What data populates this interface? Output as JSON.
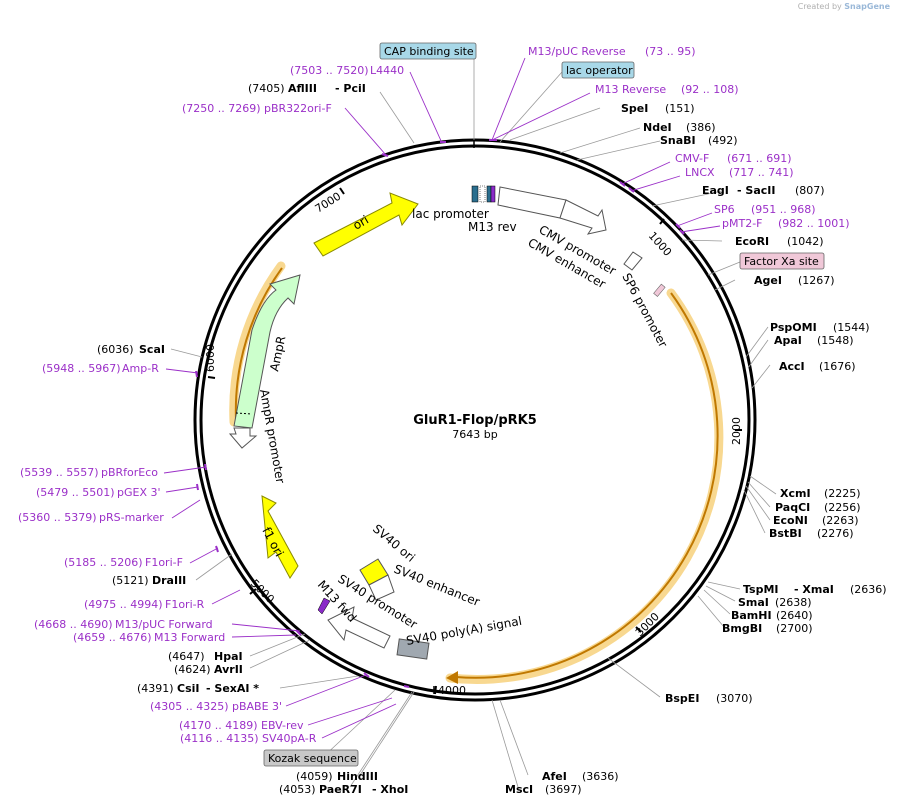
{
  "credit": {
    "prefix": "Created by",
    "brand": "SnapGene"
  },
  "title": "GluR1-Flop/pRK5",
  "length": "7643 bp",
  "ticks": [
    "1000",
    "2000",
    "3000",
    "4000",
    "5000",
    "6000",
    "7000"
  ],
  "enzymes": {
    "SpeI": "SpeI",
    "SpeI_pos": "(151)",
    "NdeI": "NdeI",
    "NdeI_pos": "(386)",
    "SnaBI": "SnaBI",
    "SnaBI_pos": "(492)",
    "EagI": "EagI",
    "SacII": "- SacII",
    "EagI_pos": "(807)",
    "EcoRI": "EcoRI",
    "EcoRI_pos": "(1042)",
    "AgeI": "AgeI",
    "AgeI_pos": "(1267)",
    "PspOMI": "PspOMI",
    "PspOMI_pos": "(1544)",
    "ApaI": "ApaI",
    "ApaI_pos": "(1548)",
    "AccI": "AccI",
    "AccI_pos": "(1676)",
    "XcmI": "XcmI",
    "XcmI_pos": "(2225)",
    "PaqCI": "PaqCI",
    "PaqCI_pos": "(2256)",
    "EcoNI": "EcoNI",
    "EcoNI_pos": "(2263)",
    "BstBI": "BstBI",
    "BstBI_pos": "(2276)",
    "TspMI": "TspMI",
    "XmaI": "- XmaI",
    "TspMI_pos": "(2636)",
    "SmaI": "SmaI",
    "SmaI_pos": "(2638)",
    "BamHI": "BamHI",
    "BamHI_pos": "(2640)",
    "BmgBI": "BmgBI",
    "BmgBI_pos": "(2700)",
    "BspEI": "BspEI",
    "BspEI_pos": "(3070)",
    "AfeI": "AfeI",
    "AfeI_pos": "(3636)",
    "MscI": "MscI",
    "MscI_pos": "(3697)",
    "HindIII_pos": "(4059)",
    "HindIII": "HindIII",
    "PaeR7I_pos": "(4053)",
    "PaeR7I": "PaeR7I",
    "XhoI": "- XhoI",
    "CsiI_pos": "(4391)",
    "CsiI": "CsiI",
    "SexAI": "- SexAI *",
    "AvrII_pos": "(4624)",
    "AvrII": "AvrII",
    "HpaI_pos": "(4647)",
    "HpaI": "HpaI",
    "DraIII_pos": "(5121)",
    "DraIII": "DraIII",
    "ScaI_pos": "(6036)",
    "ScaI": "ScaI",
    "AflIII_pos": "(7405)",
    "AflIII": "AflIII",
    "PciI": "- PciI"
  },
  "primers": {
    "M13pUCRev": "M13/pUC Reverse",
    "M13pUCRev_pos": "(73 .. 95)",
    "M13Rev": "M13 Reverse",
    "M13Rev_pos": "(92 .. 108)",
    "CMVF": "CMV-F",
    "CMVF_pos": "(671 .. 691)",
    "LNCX": "LNCX",
    "LNCX_pos": "(717 .. 741)",
    "SP6": "SP6",
    "SP6_pos": "(951 .. 968)",
    "pMT2F": "pMT2-F",
    "pMT2F_pos": "(982 .. 1001)",
    "L4440_pos": "(7503 .. 7520)",
    "L4440": "L4440",
    "pBR322_pos": "(7250 .. 7269)",
    "pBR322": "pBR322ori-F",
    "AmpR_pos": "(5948 .. 5967)",
    "AmpR": "Amp-R",
    "pBRforEco_pos": "(5539 .. 5557)",
    "pBRforEco": "pBRforEco",
    "pGEX3_pos": "(5479 .. 5501)",
    "pGEX3": "pGEX 3'",
    "pRSmarker_pos": "(5360 .. 5379)",
    "pRSmarker": "pRS-marker",
    "F1oriF_pos": "(5185 .. 5206)",
    "F1oriF": "F1ori-F",
    "F1oriR_pos": "(4975 .. 4994)",
    "F1oriR": "F1ori-R",
    "M13pUCFwd_pos": "(4668 .. 4690)",
    "M13pUCFwd": "M13/pUC Forward",
    "M13Fwd_pos": "(4659 .. 4676)",
    "M13Fwd": "M13 Forward",
    "pBABE3_pos": "(4305 .. 4325)",
    "pBABE3": "pBABE 3'",
    "EBVrev_pos": "(4170 .. 4189)",
    "EBVrev": "EBV-rev",
    "SV40pAR_pos": "(4116 .. 4135)",
    "SV40pAR": "SV40pA-R"
  },
  "boxes": {
    "cap": "CAP binding site",
    "lacop": "lac operator",
    "factorxa": "Factor Xa site",
    "kozak": "Kozak sequence"
  },
  "features": {
    "lacpromoter": "lac promoter",
    "m13rev": "M13 rev",
    "cmvpromoter": "CMV promoter",
    "cmvenhancer": "CMV enhancer",
    "sp6promoter": "SP6 promoter",
    "ori": "ori",
    "ampr": "AmpR",
    "amprpromoter": "AmpR promoter",
    "f1ori": "f1 ori",
    "sv40ori": "SV40 ori",
    "sv40enhancer": "SV40 enhancer",
    "sv40promoter": "SV40 promoter",
    "m13fwd": "M13 fwd",
    "sv40polya": "SV40 poly(A) signal"
  },
  "colors": {
    "enzyme_text": "#000000",
    "primer_text": "#9b30c8",
    "cap_box": "#a8d8e8",
    "factorxa_box": "#f0c8d8",
    "kozak_box": "#c8c8c8",
    "ori_fill": "#ffff00",
    "ampr_fill": "#ccffcc",
    "insert_highlight": "#f8d890",
    "insert_arrow": "#c07800",
    "sv40_polya_fill": "#a0a8b0"
  }
}
